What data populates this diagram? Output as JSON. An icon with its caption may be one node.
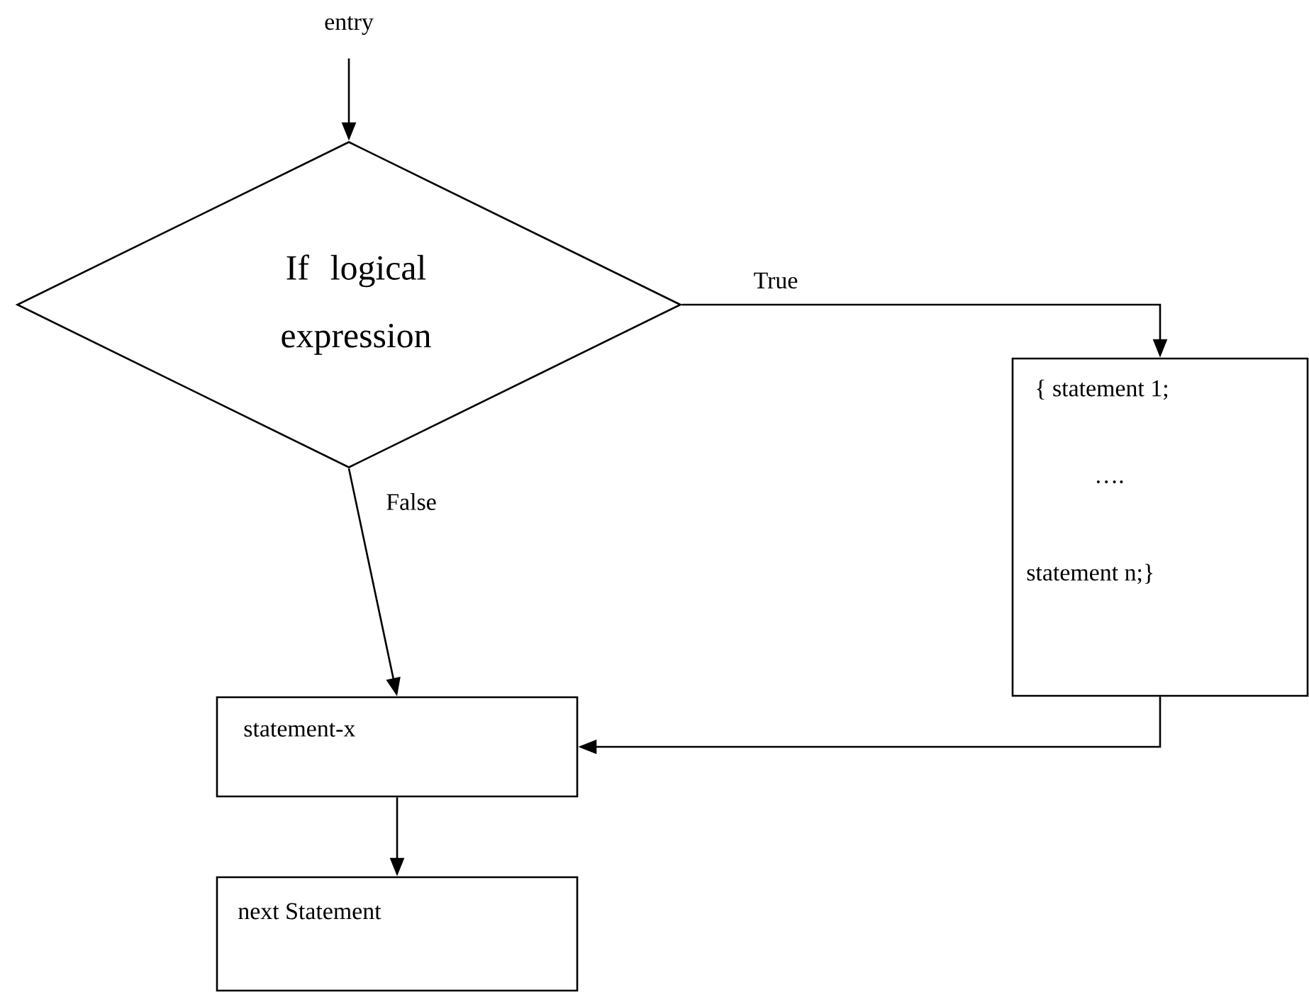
{
  "diagram": {
    "nodes": [
      {
        "text": [
          "entry"
        ]
      },
      {
        "text": [
          "If logical expression"
        ]
      },
      {
        "text": [
          "{ statement 1;",
          "….",
          "statement n;}"
        ]
      },
      {
        "text": [
          "statement-x"
        ]
      },
      {
        "text": [
          "next Statement"
        ]
      }
    ],
    "edges": [
      {
        "from": 0,
        "to": 1,
        "arrow": "to"
      },
      {
        "from": 1,
        "to": 2,
        "arrow": "to",
        "label": "True"
      },
      {
        "from": 1,
        "to": 3,
        "arrow": "to",
        "label": "False"
      },
      {
        "from": 2,
        "to": 3,
        "arrow": "to"
      },
      {
        "from": 3,
        "to": 4,
        "arrow": "to"
      }
    ]
  }
}
